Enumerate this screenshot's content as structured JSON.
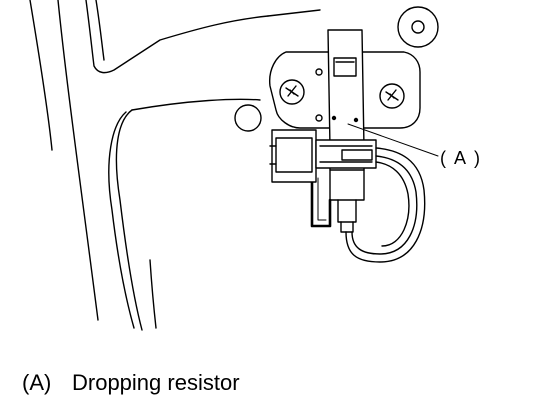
{
  "callout": {
    "label": "( A )"
  },
  "legend": {
    "letter": "(A)",
    "description": "Dropping resistor"
  }
}
